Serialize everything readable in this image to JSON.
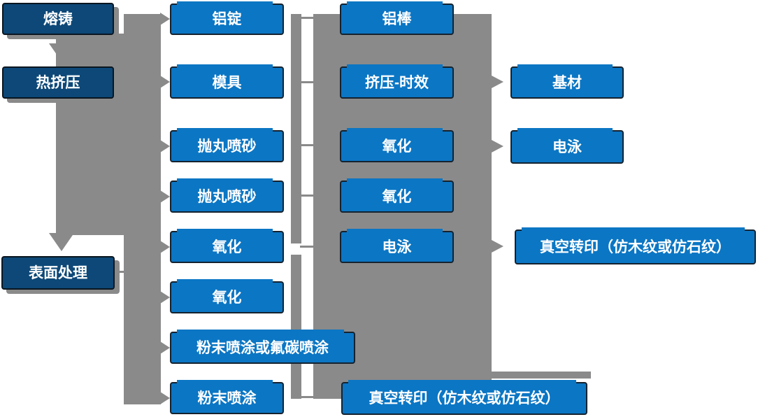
{
  "colors": {
    "process_blue": "#0b76c4",
    "stage_navy": "#0d4878",
    "node_border": "#15222e",
    "connector_gray": "#8a8a8a",
    "text_white": "#ffffff",
    "background": "#ffffff"
  },
  "nodes": {
    "melting_casting": "熔铸",
    "hot_extrusion": "热挤压",
    "surface_treatment": "表面处理",
    "aluminum_ingot": "铝锭",
    "mold": "模具",
    "shot_blast_sand_1": "抛丸喷砂",
    "shot_blast_sand_2": "抛丸喷砂",
    "oxidation_1": "氧化",
    "oxidation_2": "氧化",
    "powder_or_fluorocarbon_coating": "粉末喷涂或氟碳喷涂",
    "powder_coating": "粉末喷涂",
    "aluminum_rod": "铝棒",
    "extrusion_aging": "挤压-时效",
    "oxidation_3": "氧化",
    "oxidation_4": "氧化",
    "electrophoresis_1": "电泳",
    "vacuum_transfer_1": "真空转印（仿木纹或仿石纹）",
    "base_material": "基材",
    "electrophoresis_2": "电泳",
    "vacuum_transfer_2": "真空转印（仿木纹或仿石纹）"
  }
}
